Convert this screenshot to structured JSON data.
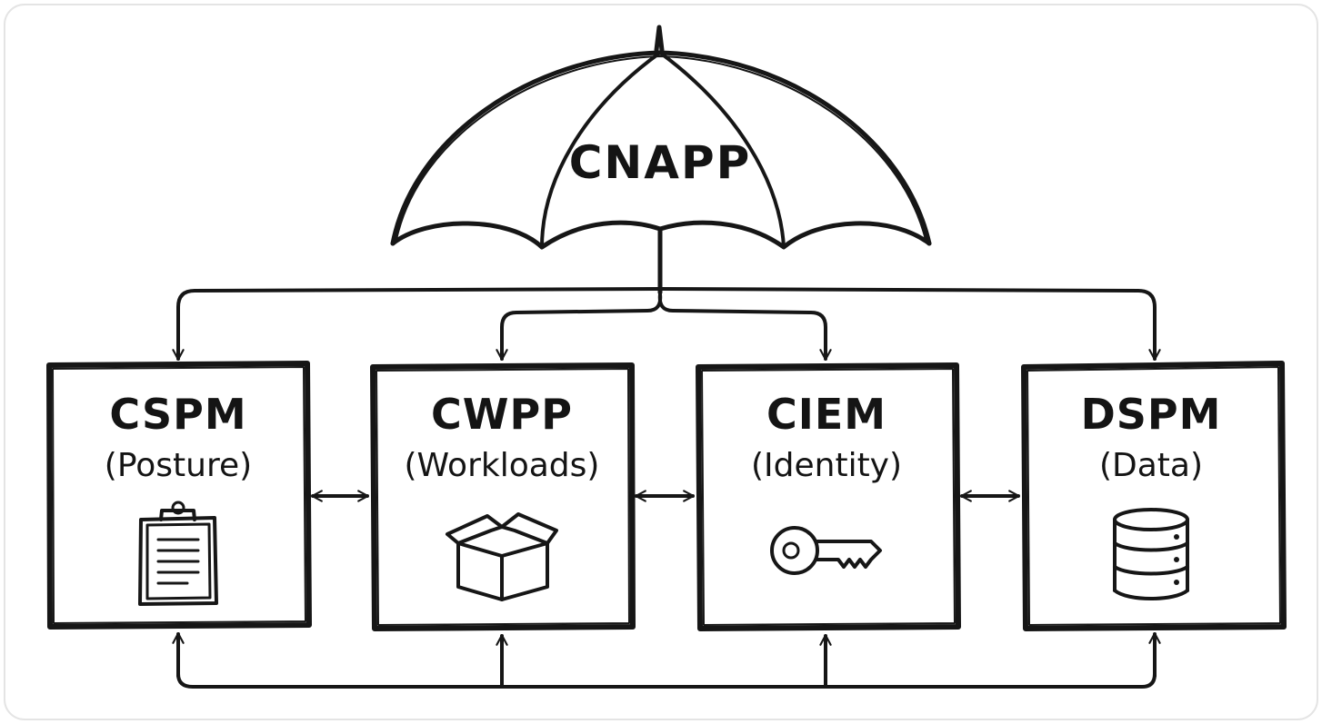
{
  "umbrella": {
    "label": "CNAPP"
  },
  "modules": [
    {
      "title": "CSPM",
      "subtitle": "(Posture)",
      "icon": "clipboard-icon"
    },
    {
      "title": "CWPP",
      "subtitle": "(Workloads)",
      "icon": "box-icon"
    },
    {
      "title": "CIEM",
      "subtitle": "(Identity)",
      "icon": "key-icon"
    },
    {
      "title": "DSPM",
      "subtitle": "(Data)",
      "icon": "database-icon"
    }
  ],
  "colors": {
    "ink": "#161616",
    "background": "#ffffff",
    "frame": "#fdfdfd"
  }
}
